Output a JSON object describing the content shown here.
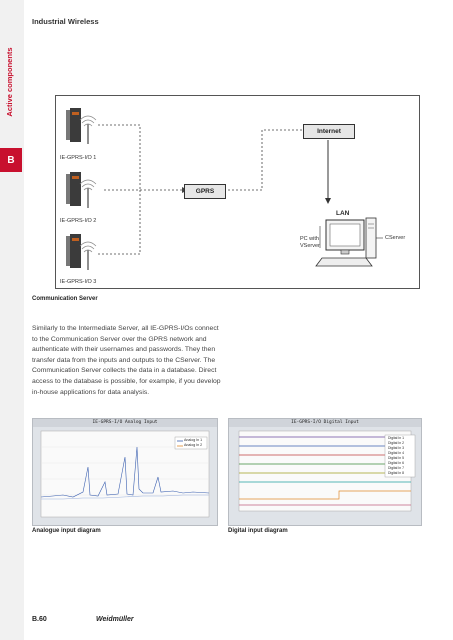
{
  "header": {
    "title": "Industrial Wireless"
  },
  "side_tab": {
    "label": "Active components",
    "letter": "B"
  },
  "diagram": {
    "device_labels": [
      "IE-GPRS-I/O 1",
      "IE-GPRS-I/O 2",
      "IE-GPRS-I/O 3"
    ],
    "gprs": "GPRS",
    "internet": "Internet",
    "lan": "LAN",
    "pc_label_line1": "PC with",
    "pc_label_line2": "VServer",
    "cserver": "CServer"
  },
  "section_caption": "Communication Server",
  "body_lines": [
    "Similarly to the Intermediate Server, all IE-GPRS-I/Os connect",
    "to the Communication Server over the GPRS network and",
    "authenticate with their usernames and passwords. They then",
    "transfer data from the inputs and outputs to the CServer. The",
    "Communication Server collects the data in a database. Direct",
    "access to the database is possible, for example, if you develop",
    "in-house applications for data analysis."
  ],
  "analog_chart": {
    "window_title": "IE-GPRS-I/O Analog Input",
    "legend": [
      "Analog In 1",
      "Analog In 2"
    ],
    "caption": "Analogue input diagram"
  },
  "digital_chart": {
    "window_title": "IE-GPRS-I/O Digital Input",
    "legend": [
      "Digital In 1",
      "Digital In 2",
      "Digital In 3",
      "Digital In 4",
      "Digital In 5",
      "Digital In 6",
      "Digital In 7",
      "Digital In 8"
    ],
    "caption": "Digital input diagram"
  },
  "footer": {
    "page": "B.60",
    "brand": "Weidmüller"
  },
  "colors": {
    "accent": "#c8102e",
    "series_blue": "#3a5fb0",
    "series_orange": "#e08a2e"
  }
}
